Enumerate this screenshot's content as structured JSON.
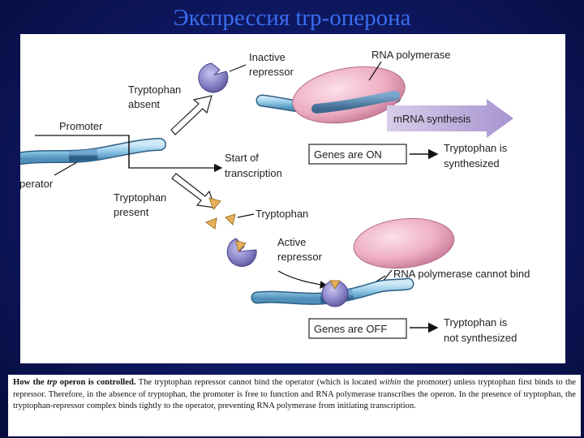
{
  "title": "Экспрессия trp-оперона",
  "diagram": {
    "labels": {
      "inactive_repressor": [
        "Inactive",
        "repressor"
      ],
      "rna_polymerase": "RNA polymerase",
      "tryptophan_absent": [
        "Tryptophan",
        "absent"
      ],
      "promoter": "Promoter",
      "mrna_synthesis": "mRNA synthesis",
      "start_of_transcription": [
        "Start of",
        "transcription"
      ],
      "genes_on": "Genes are ON",
      "tryptophan_synthesized": [
        "Tryptophan is",
        "synthesized"
      ],
      "operator": "perator",
      "tryptophan_present": [
        "Tryptophan",
        "present"
      ],
      "tryptophan": "Tryptophan",
      "active_repressor": [
        "Active",
        "repressor"
      ],
      "rna_polymerase_cannot_bind": "RNA polymerase cannot bind",
      "genes_off": "Genes are OFF",
      "tryptophan_not_synthesized": [
        "Tryptophan is",
        "not synthesized"
      ]
    },
    "colors": {
      "dna": "#8ec7e6",
      "repressor": "#8a84c8",
      "polymerase": "#f0b8c8",
      "tryptophan": "#e6b35a",
      "mrna_arrow": "#b7a6d8"
    }
  },
  "caption": {
    "lead": "How the",
    "lead_italic": "trp",
    "lead_rest": "operon is controlled.",
    "part1": "The tryptophan repressor cannot bind the operator (which is located",
    "part1_italic": "within",
    "part2": "the promoter) unless tryptophan first binds to the repressor. Therefore, in the absence of tryptophan, the promoter is free to function and RNA polymerase transcribes the operon. In the presence of tryptophan, the tryptophan-repressor complex binds tightly to the operator, preventing RNA polymerase from initiating transcription."
  }
}
